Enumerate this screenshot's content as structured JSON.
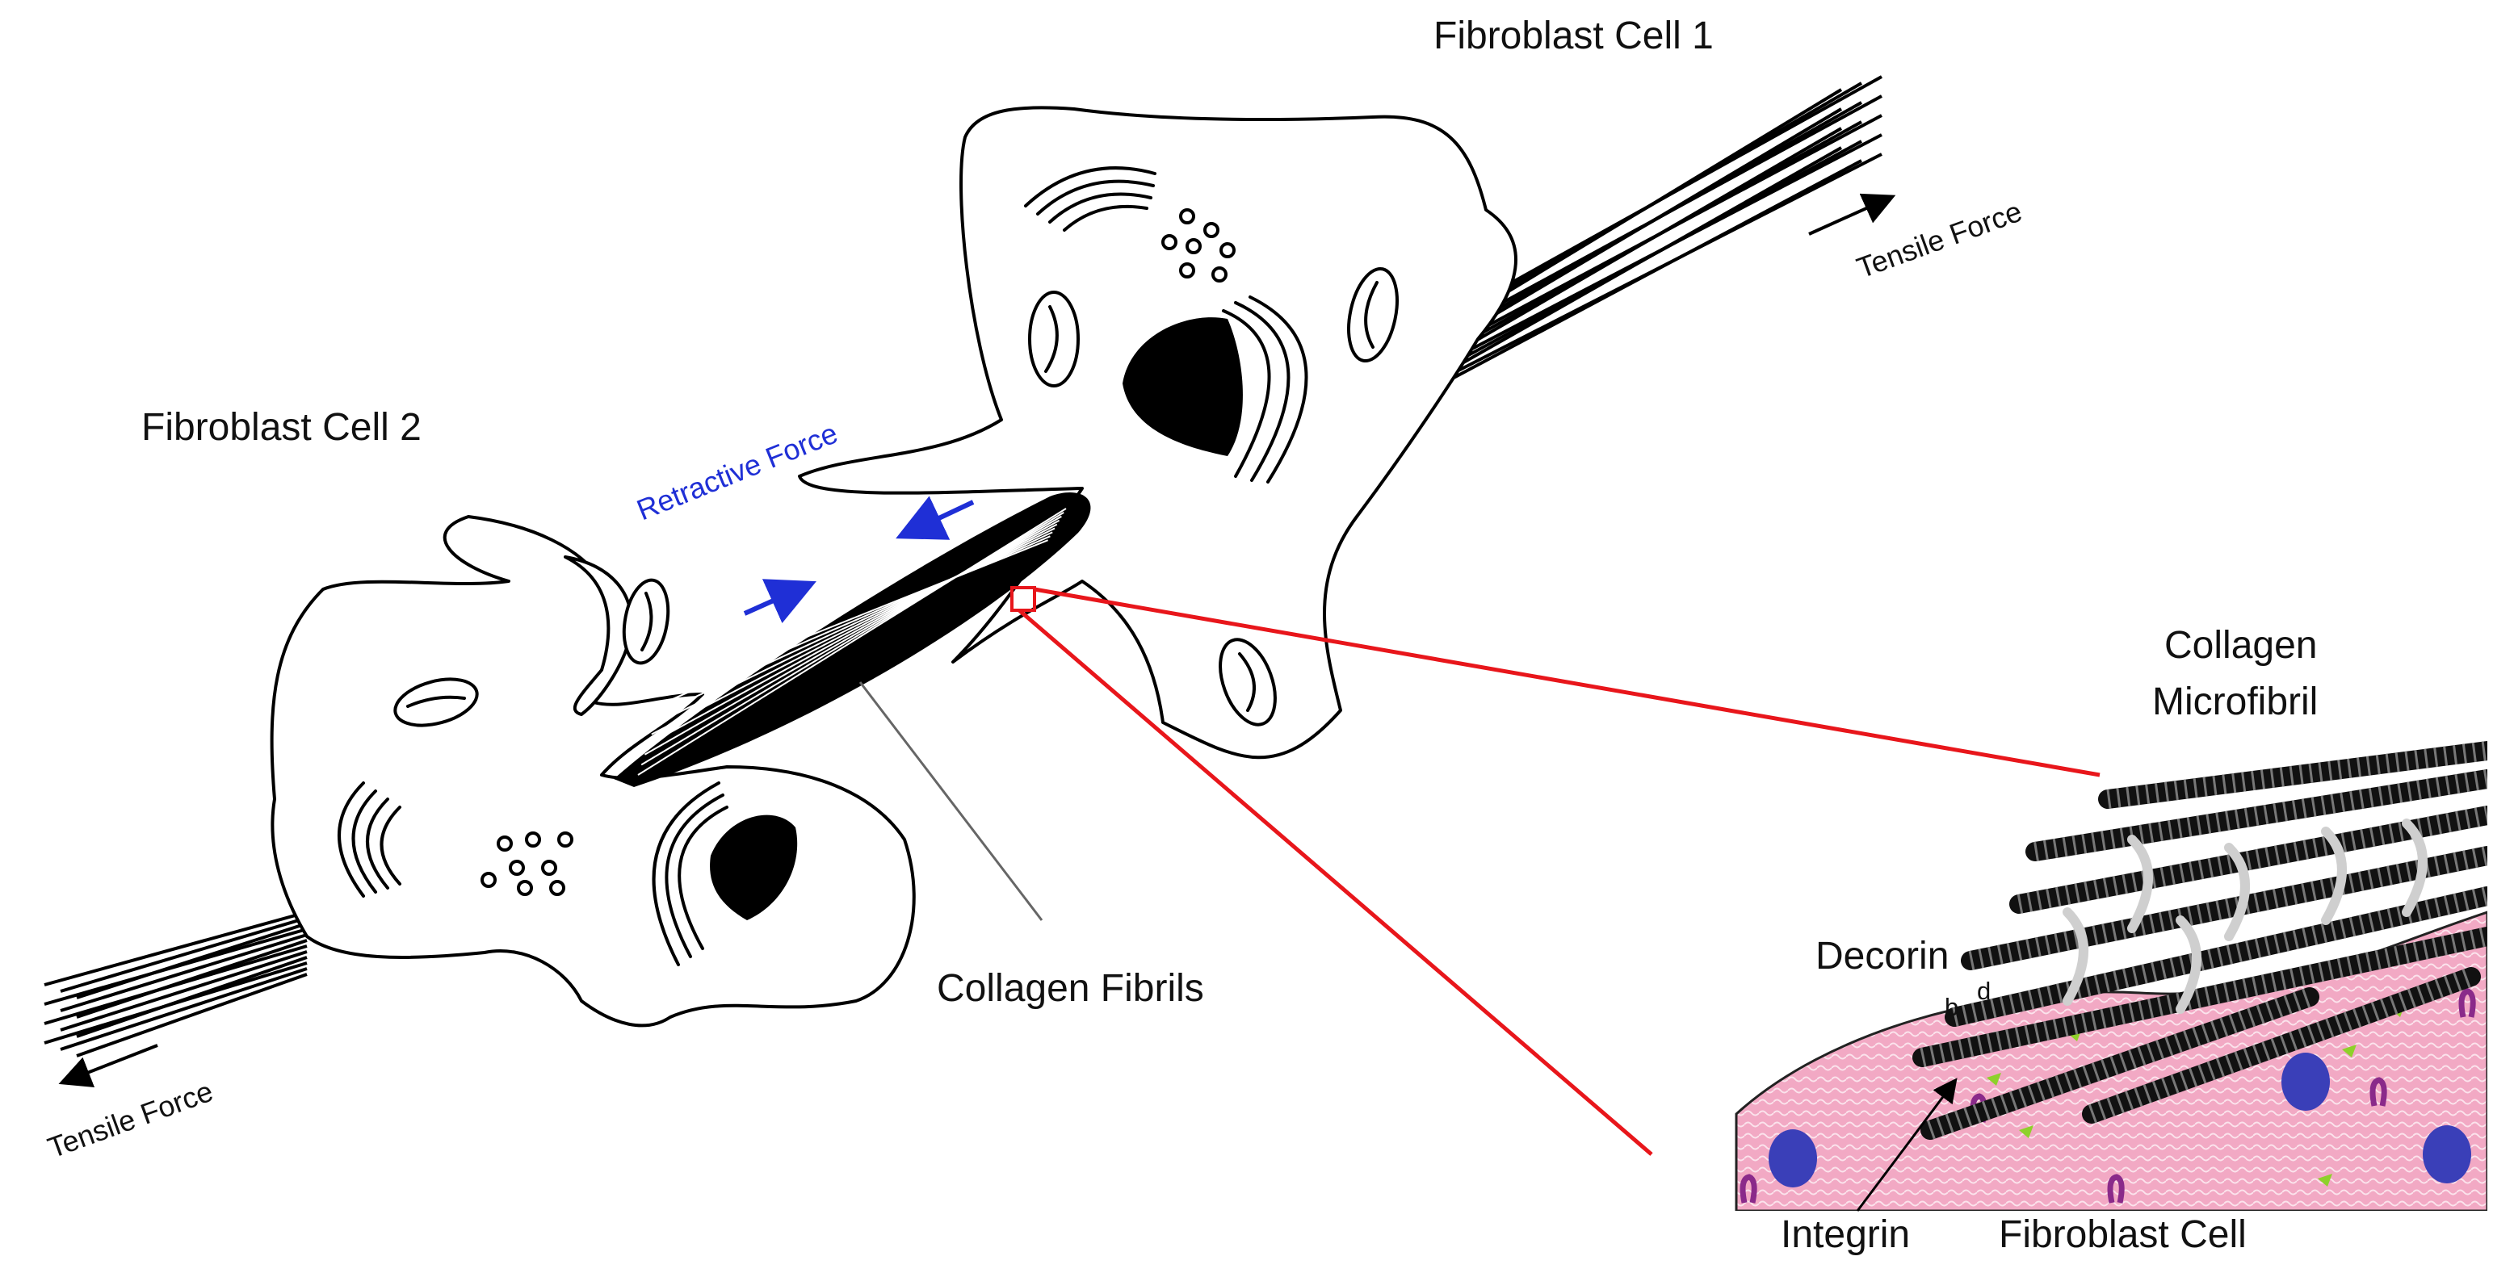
{
  "labels": {
    "fibroblast_cell_1": "Fibroblast Cell 1",
    "fibroblast_cell_2": "Fibroblast Cell 2",
    "tensile_force_right": "Tensile Force",
    "tensile_force_left": "Tensile Force",
    "retractive_force": "Retractive Force",
    "collagen_fibrils": "Collagen Fibrils",
    "collagen_microfibril_line1": "Collagen",
    "collagen_microfibril_line2": "Microfibril",
    "decorin": "Decorin",
    "marker_b": "b",
    "marker_d": "d",
    "integrin": "Integrin",
    "fibroblast_cell": "Fibroblast Cell"
  },
  "colors": {
    "outline": "#000000",
    "retractive_force": "#1f2fd6",
    "zoom_callout": "#e8161b",
    "cell_membrane_pink": "#f2a9c4",
    "nucleus_blue": "#3a3fb8",
    "decorin_green": "#8ed12a",
    "integrin_purple": "#8a2a8a"
  },
  "icons": {
    "force_arrow": "arrow-icon",
    "zoom_marker": "zoom-square-icon"
  }
}
